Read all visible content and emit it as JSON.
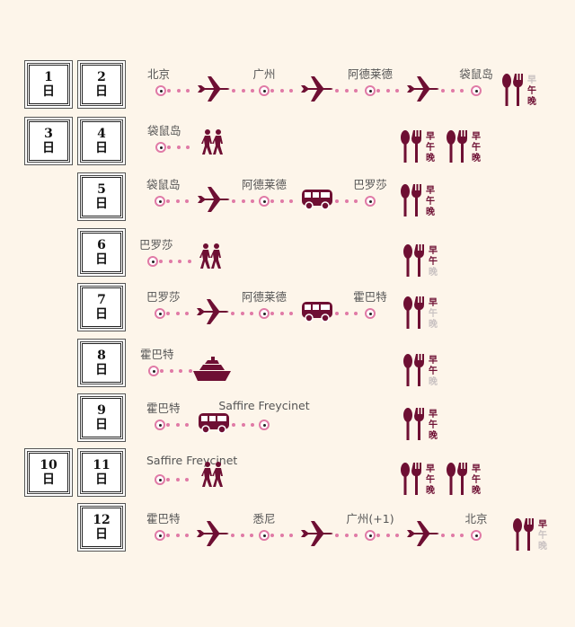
{
  "colors": {
    "accent": "#6e0f33",
    "pink": "#e07aa6",
    "meal_on": "#6e0f33",
    "meal_off": "#c9c2c2"
  },
  "day_unit": "日",
  "day_boxes": [
    {
      "num": "1"
    },
    {
      "num": "2"
    },
    {
      "num": "3"
    },
    {
      "num": "4"
    },
    {
      "num": "5"
    },
    {
      "num": "6"
    },
    {
      "num": "7"
    },
    {
      "num": "8"
    },
    {
      "num": "9"
    },
    {
      "num": "10"
    },
    {
      "num": "11"
    },
    {
      "num": "12"
    }
  ],
  "meal_labels": [
    "早",
    "午",
    "晚"
  ],
  "rows": [
    {
      "day": "2",
      "stops": [
        "北京",
        "广州",
        "阿德莱德",
        "袋鼠岛"
      ],
      "transport": [
        "plane",
        "plane",
        "plane"
      ],
      "meals": [
        [
          false,
          true,
          true
        ]
      ]
    },
    {
      "day": "4",
      "stops": [
        "袋鼠岛"
      ],
      "transport": [
        "walk"
      ],
      "meals": [
        [
          true,
          true,
          true
        ],
        [
          true,
          true,
          true
        ]
      ]
    },
    {
      "day": "5",
      "stops": [
        "袋鼠岛",
        "阿德莱德",
        "巴罗莎"
      ],
      "transport": [
        "plane",
        "bus"
      ],
      "meals": [
        [
          true,
          true,
          true
        ]
      ]
    },
    {
      "day": "6",
      "stops": [
        "巴罗莎"
      ],
      "transport": [
        "walk"
      ],
      "meals": [
        [
          true,
          true,
          false
        ]
      ]
    },
    {
      "day": "7",
      "stops": [
        "巴罗莎",
        "阿德莱德",
        "霍巴特"
      ],
      "transport": [
        "plane",
        "bus"
      ],
      "meals": [
        [
          true,
          false,
          false
        ]
      ]
    },
    {
      "day": "8",
      "stops": [
        "霍巴特"
      ],
      "transport": [
        "ship"
      ],
      "meals": [
        [
          true,
          true,
          false
        ]
      ]
    },
    {
      "day": "9",
      "stops": [
        "霍巴特",
        "Saffire Freycinet"
      ],
      "transport": [
        "bus"
      ],
      "meals": [
        [
          true,
          true,
          true
        ]
      ]
    },
    {
      "day": "11",
      "stops": [
        "Saffire Freycinet"
      ],
      "transport": [
        "walk"
      ],
      "meals": [
        [
          true,
          true,
          true
        ],
        [
          true,
          true,
          true
        ]
      ]
    },
    {
      "day": "12",
      "stops": [
        "霍巴特",
        "悉尼",
        "广州(+1)",
        "北京"
      ],
      "transport": [
        "plane",
        "plane",
        "plane"
      ],
      "meals": [
        [
          true,
          false,
          false
        ]
      ]
    }
  ]
}
